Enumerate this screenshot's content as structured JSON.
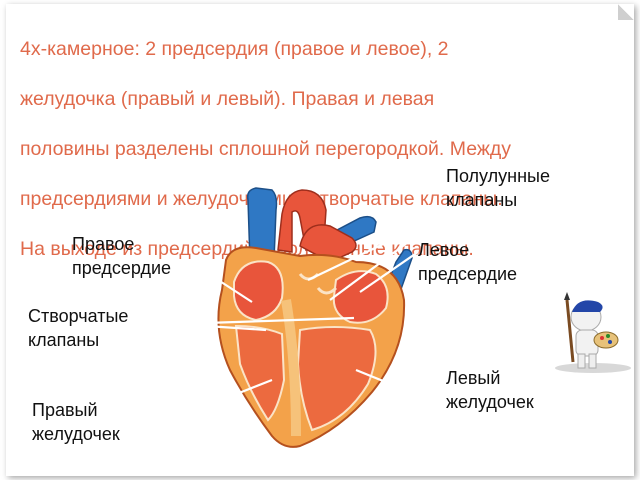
{
  "title": {
    "lines": [
      "4х-камерное: 2 предсердия (правое и левое), 2",
      "желудочка (правый и левый). Правая и левая",
      "половины разделены сплошной перегородкой. Между",
      "предсердиями и желудочками - створчатые клапаны.",
      "На выходе из предсердий – полулунные клапаны."
    ]
  },
  "labels": {
    "semilunar_valves": "Полулунные\nклапаны",
    "right_atrium": "Правое\nпредсердие",
    "left_atrium": "Левое\nпредсердие",
    "leaflet_valves": "Створчатые\nклапаны",
    "left_ventricle": "Левый\nжелудочек",
    "right_ventricle": "Правый\nжелудочек"
  },
  "colors": {
    "title": "#e06a4b",
    "heart_muscle": "#f3a24a",
    "heart_inner": "#e8553b",
    "vein_blue": "#2f78c4",
    "artery_red": "#e8553b",
    "pointer_line": "#ffffff"
  },
  "icons": {
    "heart": "heart-anatomy-illustration",
    "painter": "painter-figure-icon"
  }
}
